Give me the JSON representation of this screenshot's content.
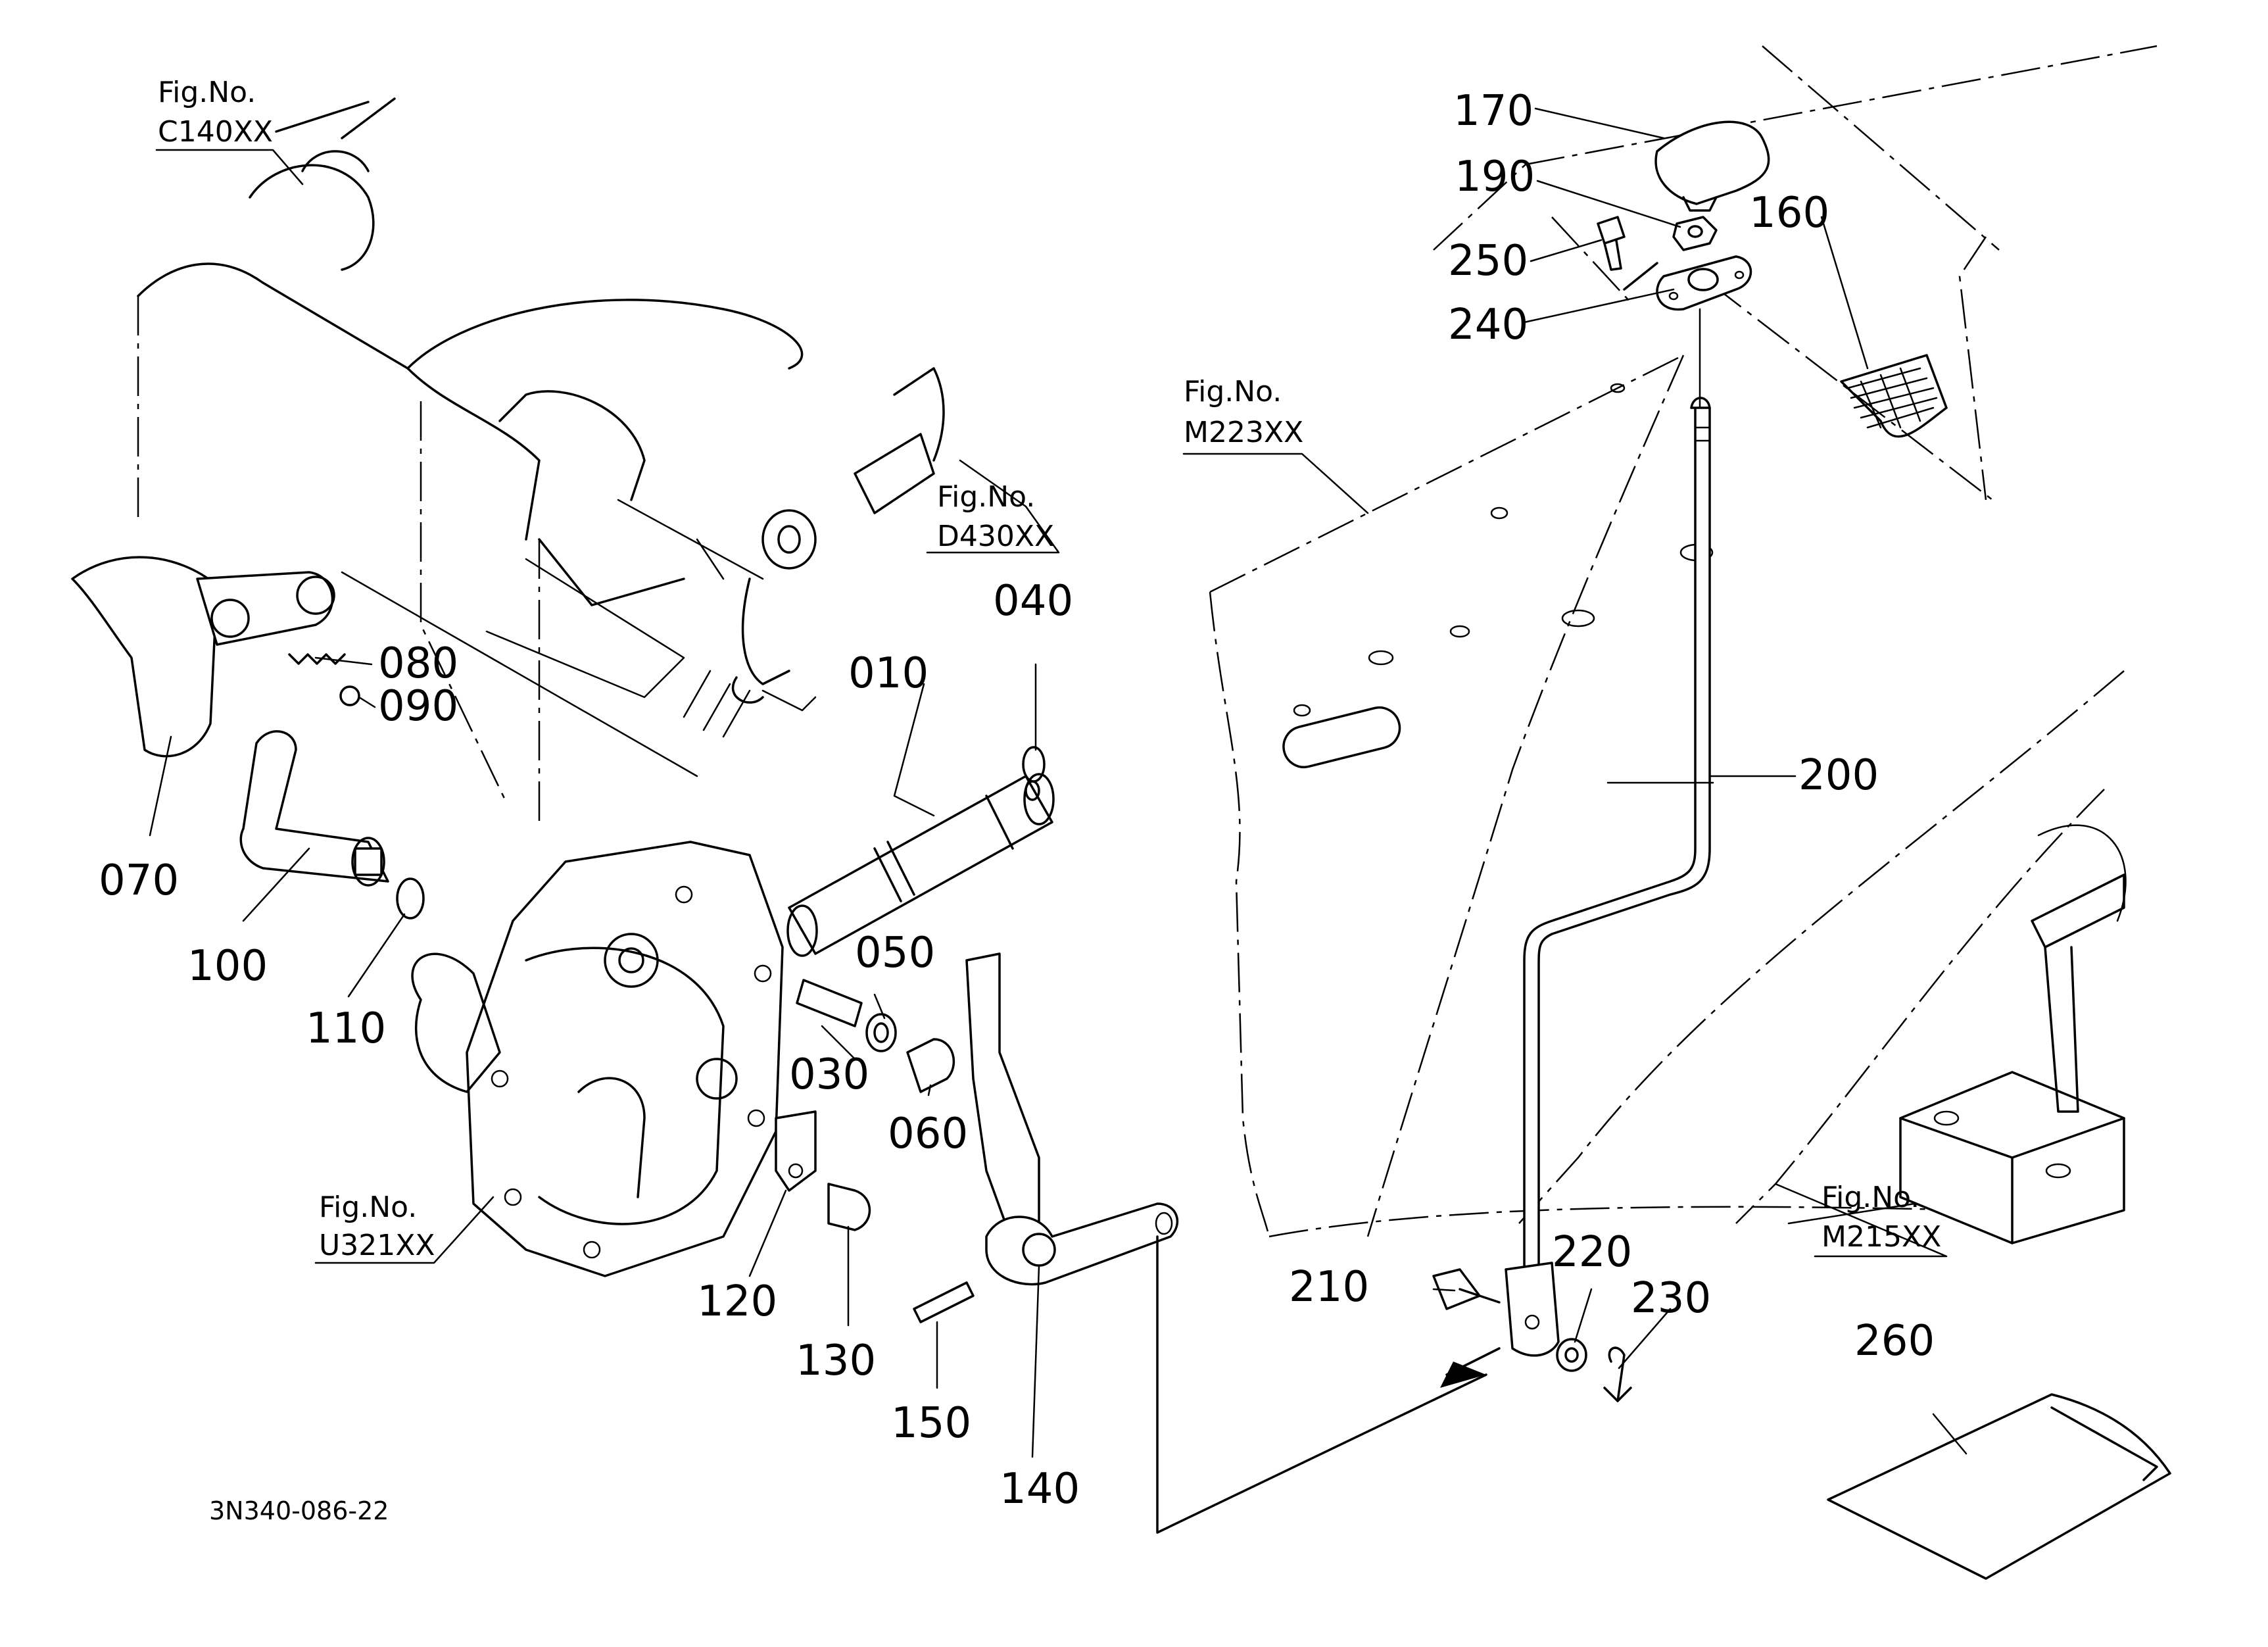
{
  "diagram": {
    "document_code": "3N340-086-22",
    "part_numbers": [
      "010",
      "030",
      "040",
      "050",
      "060",
      "070",
      "080",
      "090",
      "100",
      "110",
      "120",
      "130",
      "140",
      "150",
      "160",
      "170",
      "190",
      "200",
      "210",
      "220",
      "230",
      "240",
      "250",
      "260"
    ],
    "figure_refs": [
      {
        "title": "Fig.No.",
        "code": "C140XX"
      },
      {
        "title": "Fig.No.",
        "code": "D430XX"
      },
      {
        "title": "Fig.No.",
        "code": "M223XX"
      },
      {
        "title": "Fig.No.",
        "code": "U321XX"
      },
      {
        "title": "Fig.No.",
        "code": "M215XX"
      }
    ]
  }
}
